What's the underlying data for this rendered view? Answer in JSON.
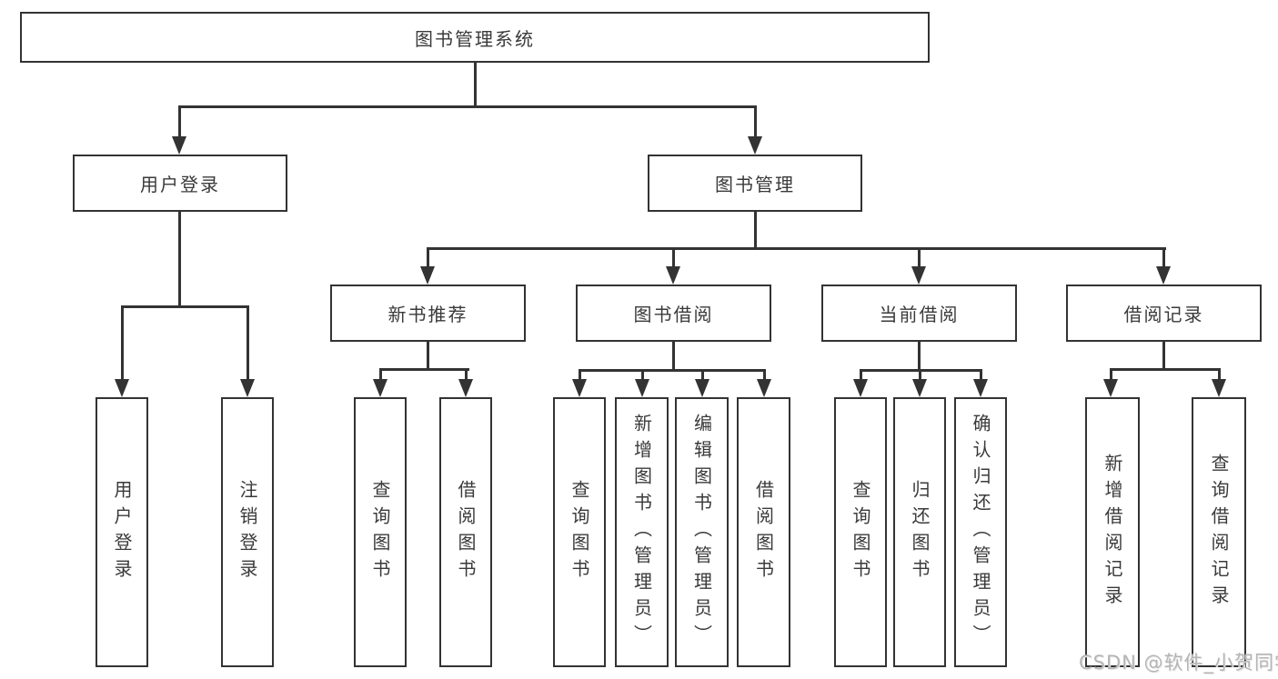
{
  "colors": {
    "line": "#333333",
    "text": "#3a3a3a",
    "background": "#ffffff",
    "watermark": "#b5b5b5"
  },
  "watermark": {
    "text": "CSDN @软件_小贺同学"
  },
  "tree": {
    "root": {
      "label": "图书管理系统",
      "children": [
        {
          "label": "用户登录",
          "children": [
            {
              "label": "用户登录"
            },
            {
              "label": "注销登录"
            }
          ]
        },
        {
          "label": "图书管理",
          "children": [
            {
              "label": "新书推荐",
              "children": [
                {
                  "label": "查询图书"
                },
                {
                  "label": "借阅图书"
                }
              ]
            },
            {
              "label": "图书借阅",
              "children": [
                {
                  "label": "查询图书"
                },
                {
                  "label": "新增图书（管理员）"
                },
                {
                  "label": "编辑图书（管理员）"
                },
                {
                  "label": "借阅图书"
                }
              ]
            },
            {
              "label": "当前借阅",
              "children": [
                {
                  "label": "查询图书"
                },
                {
                  "label": "归还图书"
                },
                {
                  "label": "确认归还（管理员）"
                }
              ]
            },
            {
              "label": "借阅记录",
              "children": [
                {
                  "label": "新增借阅记录"
                },
                {
                  "label": "查询借阅记录"
                }
              ]
            }
          ]
        }
      ]
    }
  }
}
